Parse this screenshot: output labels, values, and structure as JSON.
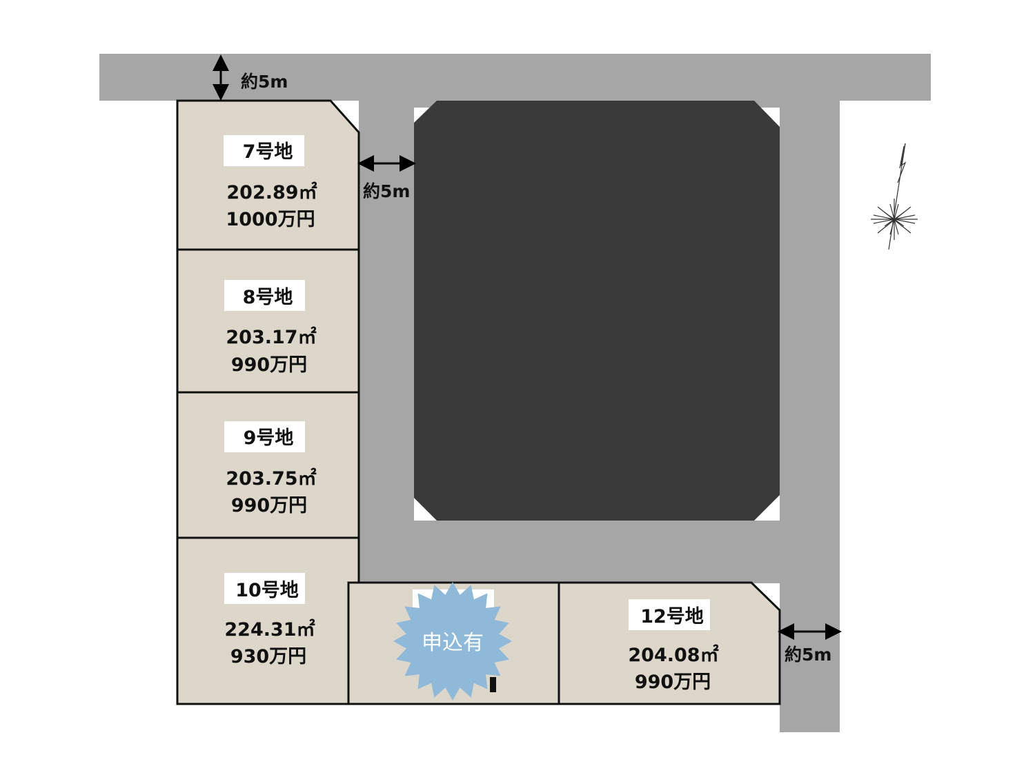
{
  "colors": {
    "road": "#a6a6a6",
    "central_block": "#3a3a3a",
    "lot_fill": "#ddd7cb",
    "badge": "#8fb9d9"
  },
  "lots": [
    {
      "label": "7号地",
      "area": "202.89㎡",
      "price": "1000万円"
    },
    {
      "label": "8号地",
      "area": "203.17㎡",
      "price": "990万円"
    },
    {
      "label": "9号地",
      "area": "203.75㎡",
      "price": "990万円"
    },
    {
      "label": "10号地",
      "area": "224.31㎡",
      "price": "930万円"
    },
    {
      "label": "12号地",
      "area": "204.08㎡",
      "price": "990万円"
    }
  ],
  "badge": {
    "text": "申込有"
  },
  "dimensions": {
    "top_road": "約5m",
    "middle_road": "約5m",
    "right_road": "約5m"
  },
  "icons": {
    "north_arrow": "compass-icon"
  }
}
